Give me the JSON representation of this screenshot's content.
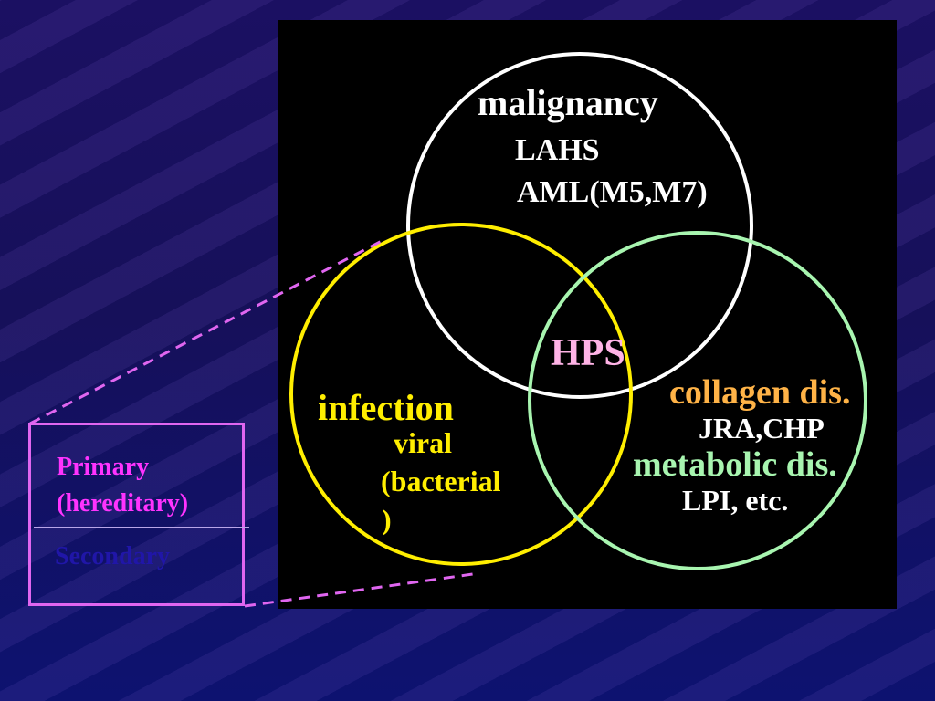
{
  "diagram": {
    "circles": [
      {
        "id": "malignancy",
        "color": "#ffffff"
      },
      {
        "id": "infection",
        "color": "#ffee00"
      },
      {
        "id": "collagen-metabolic",
        "color": "#a8f5b0"
      }
    ],
    "malignancy": {
      "title": "malignancy",
      "items": [
        "LAHS",
        "AML(M5,M7)"
      ]
    },
    "center": {
      "label": "HPS",
      "color": "#ffb3e6"
    },
    "infection": {
      "title": "infection",
      "items": [
        "viral",
        "(bacterial",
        ")"
      ],
      "color": "#ffee00"
    },
    "collagen": {
      "title": "collagen dis.",
      "item": "JRA,CHP",
      "color": "#ffb347"
    },
    "metabolic": {
      "title": "metabolic dis.",
      "item": "LPI, etc.",
      "color": "#a8f5b0"
    }
  },
  "classification": {
    "primary": [
      "Primary",
      "(hereditary)"
    ],
    "secondary": "Secondary"
  },
  "colors": {
    "background": "#16105a",
    "panel": "#000000",
    "box_border": "#e066f0",
    "primary_text": "#ff33ff",
    "secondary_text": "#2016a8"
  }
}
